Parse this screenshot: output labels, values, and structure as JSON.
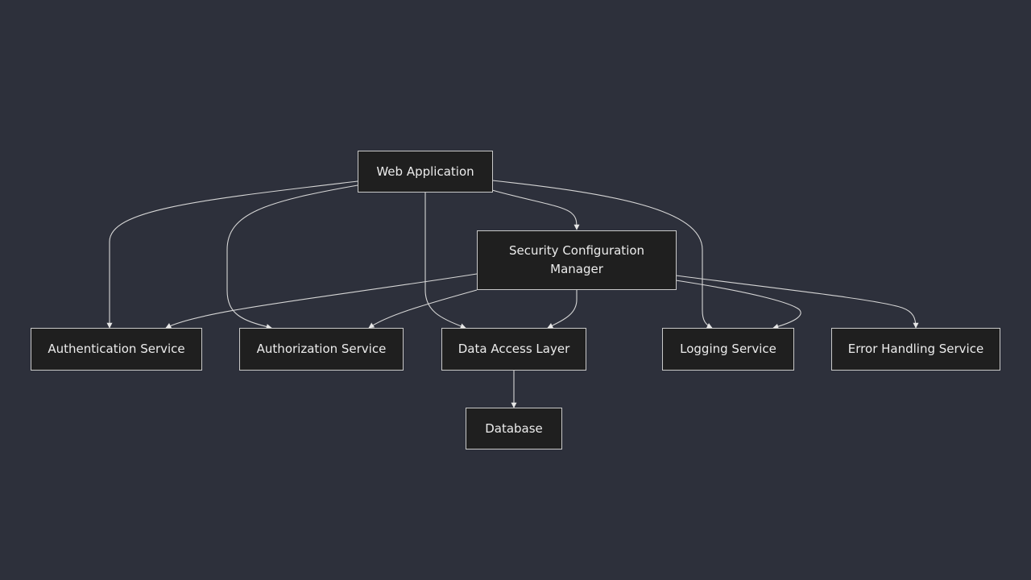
{
  "diagram": {
    "nodes": {
      "web_app": "Web Application",
      "security_config": "Security Configuration\nManager",
      "auth_service": "Authentication Service",
      "authz_service": "Authorization Service",
      "data_access": "Data Access Layer",
      "logging": "Logging Service",
      "error_handling": "Error Handling Service",
      "database": "Database"
    },
    "edges": [
      {
        "from": "web_app",
        "to": "security_config"
      },
      {
        "from": "web_app",
        "to": "auth_service"
      },
      {
        "from": "web_app",
        "to": "authz_service"
      },
      {
        "from": "web_app",
        "to": "data_access"
      },
      {
        "from": "web_app",
        "to": "logging"
      },
      {
        "from": "security_config",
        "to": "auth_service"
      },
      {
        "from": "security_config",
        "to": "authz_service"
      },
      {
        "from": "security_config",
        "to": "data_access"
      },
      {
        "from": "security_config",
        "to": "logging"
      },
      {
        "from": "security_config",
        "to": "error_handling"
      },
      {
        "from": "data_access",
        "to": "database"
      }
    ]
  }
}
